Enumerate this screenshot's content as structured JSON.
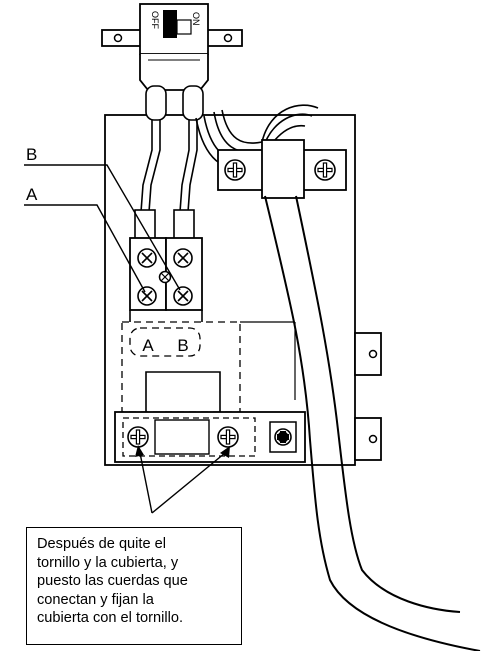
{
  "switch": {
    "off_label": "OFF",
    "on_label": "ON"
  },
  "callouts": {
    "wire_b": "B",
    "wire_a": "A"
  },
  "terminal_block": {
    "label_a": "A",
    "label_b": "B"
  },
  "note": {
    "lines": [
      "Después de quite el",
      "tornillo y la cubierta, y",
      "puesto las cuerdas que",
      "conectan y fijan la",
      "cubierta con el tornillo."
    ]
  }
}
